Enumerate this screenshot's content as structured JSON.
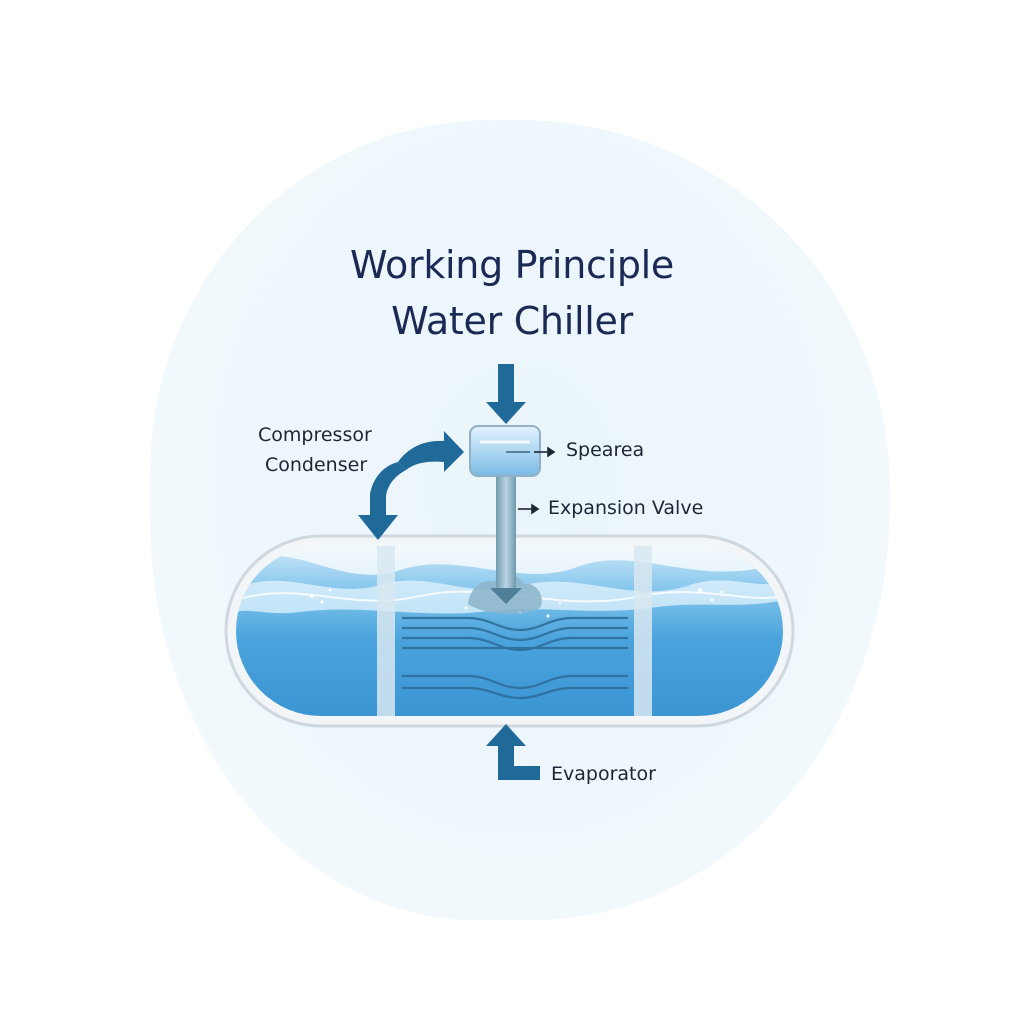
{
  "title": {
    "line1": "Working Principle",
    "line2": "Water Chiller"
  },
  "labels": {
    "compressor": "Compressor",
    "condenser": "Condenser",
    "speared": "Spearea",
    "expansion_valve": "Expansion Valve",
    "evaporator": "Evaporator"
  },
  "colors": {
    "title": "#1b2a55",
    "arrow": "#1f6a99",
    "water": "#4aa3dc",
    "tank_border": "#dde3ea"
  },
  "icons": {
    "flow_arrows": "arrow-icon",
    "unit_box": "box-icon"
  }
}
